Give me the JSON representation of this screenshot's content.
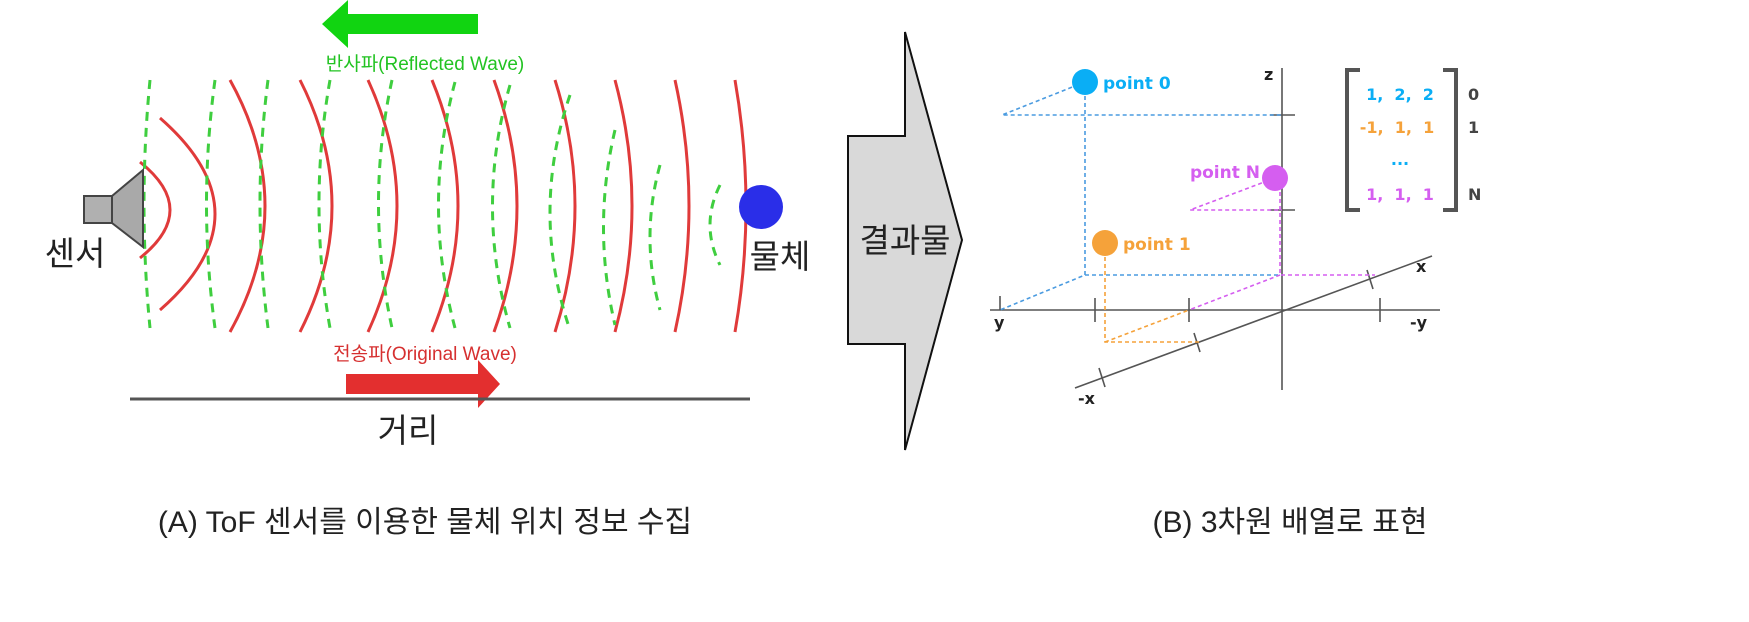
{
  "panel_a": {
    "reflected_label": "반사파(Reflected Wave)",
    "original_label": "전송파(Original Wave)",
    "sensor_label": "센서",
    "object_label": "물체",
    "distance_label": "거리",
    "caption": "(A) ToF 센서를 이용한 물체 위치 정보 수집"
  },
  "result_arrow": {
    "label": "결과물"
  },
  "panel_b": {
    "axes": {
      "z": "z",
      "y": "y",
      "neg_y": "-y",
      "x": "x",
      "neg_x": "-x"
    },
    "points": [
      {
        "label": "point 0",
        "color": "#0aaef5"
      },
      {
        "label": "point 1",
        "color": "#f5a23a"
      },
      {
        "label": "point N",
        "color": "#d55ef0"
      }
    ],
    "matrix": {
      "rows": [
        {
          "text": "1,  2,  2",
          "index": "0",
          "color": "#0aaef5"
        },
        {
          "text": "-1,  1,  1",
          "index": "1",
          "color": "#f5a23a"
        },
        {
          "text": "...",
          "index": "",
          "color": "#0aaef5"
        },
        {
          "text": "1,  1,  1",
          "index": "N",
          "color": "#d55ef0"
        }
      ]
    },
    "caption": "(B) 3차원 배열로 표현"
  },
  "colors": {
    "wave_red": "#e03a3a",
    "wave_green": "#3fce3f",
    "arrow_green": "#11d411",
    "arrow_red": "#e32f2f",
    "object": "#2a2ee8"
  }
}
